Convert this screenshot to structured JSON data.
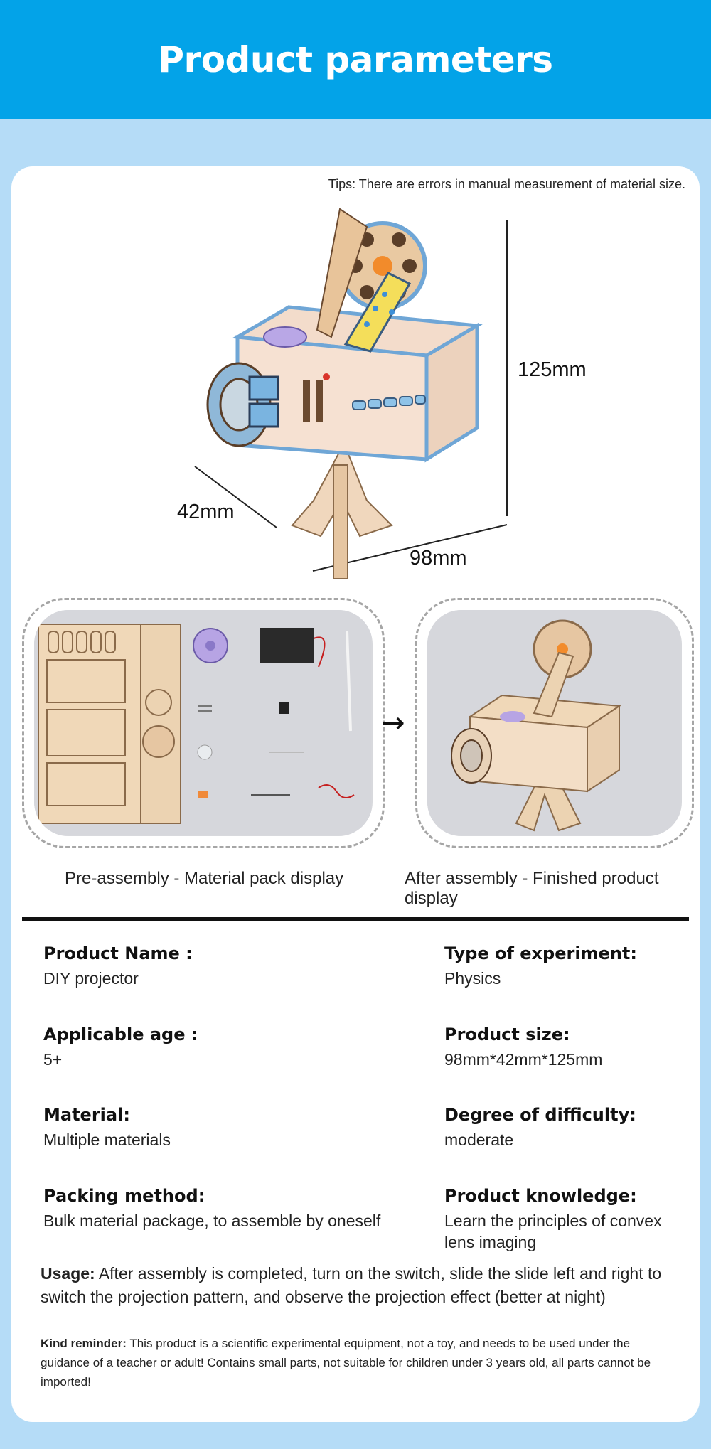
{
  "header": {
    "title": "Product parameters"
  },
  "tips": "Tips: There are errors in manual measurement of material size.",
  "dimensions": {
    "height": "125mm",
    "depth": "42mm",
    "width": "98mm"
  },
  "gallery": {
    "before_caption": "Pre-assembly - Material pack display",
    "after_caption": "After assembly - Finished product display",
    "arrow": "→"
  },
  "specs": [
    {
      "label": "Product Name :",
      "value": "DIY projector"
    },
    {
      "label": "Type of experiment:",
      "value": "Physics"
    },
    {
      "label": "Applicable age :",
      "value": "5+"
    },
    {
      "label": "Product size:",
      "value": "98mm*42mm*125mm"
    },
    {
      "label": "Material:",
      "value": "Multiple materials"
    },
    {
      "label": "Degree of difficulty:",
      "value": "moderate"
    },
    {
      "label": "Packing method:",
      "value": "Bulk material package, to assemble by oneself"
    },
    {
      "label": "Product knowledge:",
      "value": "Learn the principles of convex lens imaging"
    }
  ],
  "usage": {
    "label": "Usage:",
    "text": " After assembly is completed, turn on the switch, slide the slide left and right to switch the projection pattern, and observe the projection effect (better at night)"
  },
  "reminder": {
    "label": "Kind reminder:",
    "text": " This product is a scientific experimental equipment, not a toy, and needs to be used under the guidance of a teacher or adult! Contains small parts, not suitable for children under 3 years old, all parts cannot be imported!"
  }
}
